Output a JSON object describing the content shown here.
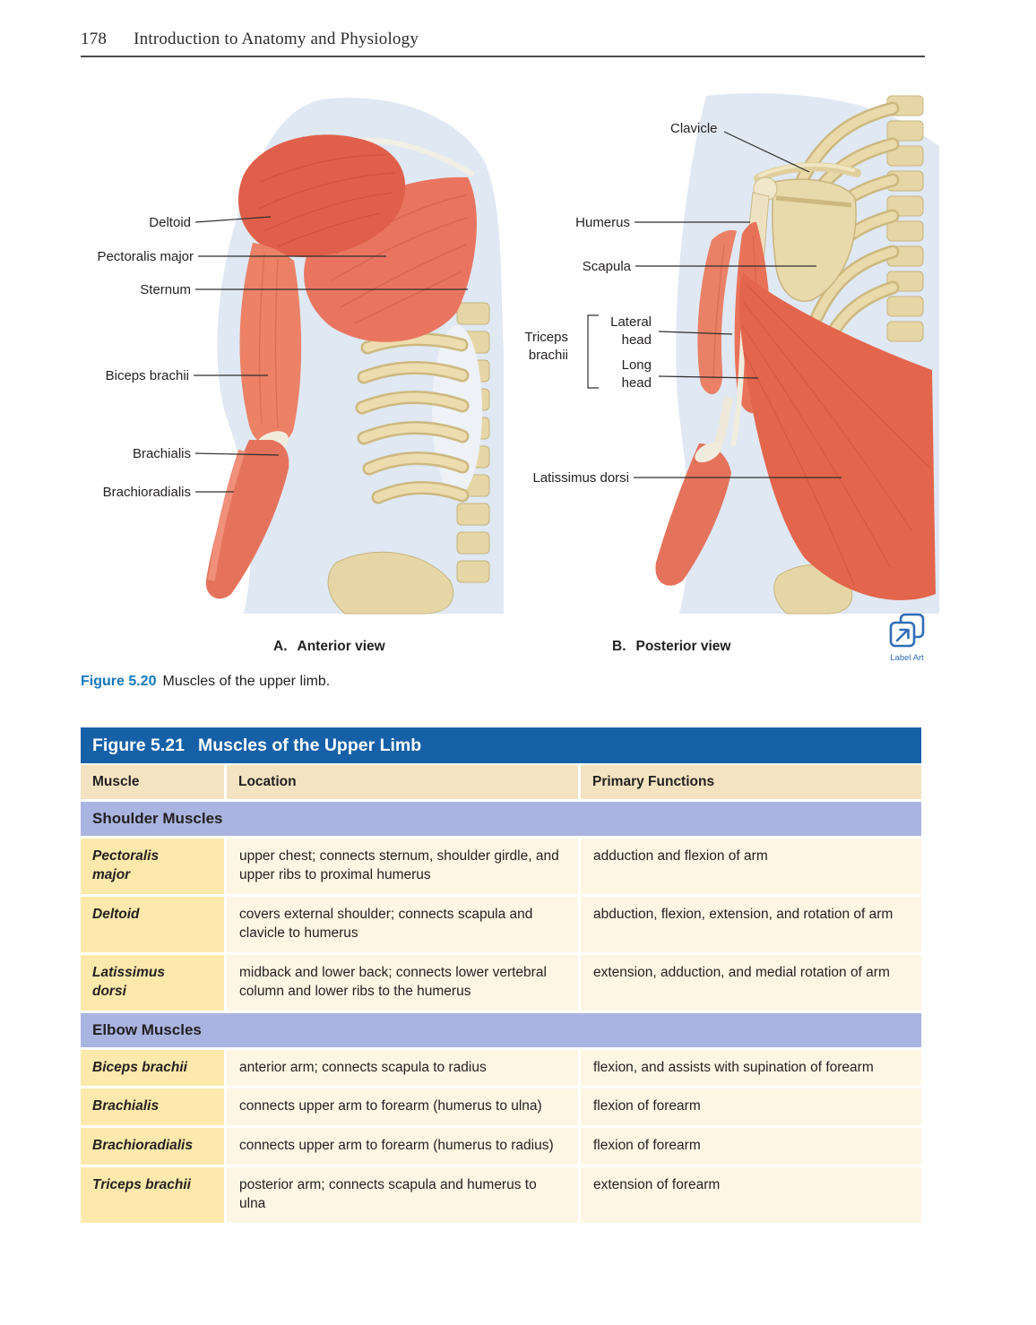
{
  "page_header": {
    "number": "178",
    "title": "Introduction to Anatomy and Physiology"
  },
  "figure": {
    "caption": {
      "label": "Figure 5.20",
      "text": "Muscles of the upper limb."
    },
    "panel_a": {
      "caption_letter": "A.",
      "caption_text": "Anterior view",
      "labels": {
        "deltoid": "Deltoid",
        "pectoralis_major": "Pectoralis major",
        "sternum": "Sternum",
        "biceps_brachii": "Biceps brachii",
        "brachialis": "Brachialis",
        "brachioradialis": "Brachioradialis"
      }
    },
    "panel_b": {
      "caption_letter": "B.",
      "caption_text": "Posterior view",
      "labels": {
        "clavicle": "Clavicle",
        "humerus": "Humerus",
        "scapula": "Scapula",
        "triceps_brachii": "Triceps\nbrachii",
        "lateral_head": "Lateral\nhead",
        "long_head": "Long\nhead",
        "latissimus_dorsi": "Latissimus dorsi"
      }
    },
    "label_art_button": "Label Art"
  },
  "table": {
    "title_label": "Figure 5.21",
    "title_text": "Muscles of the Upper Limb",
    "columns": [
      "Muscle",
      "Location",
      "Primary Functions"
    ],
    "sections": [
      {
        "name": "Shoulder Muscles"
      },
      {
        "name": "Elbow Muscles"
      }
    ],
    "rows": [
      {
        "muscle": "Pectoralis\nmajor",
        "location": "upper chest; connects sternum, shoulder girdle, and upper ribs to proximal humerus",
        "functions": "adduction and flexion of arm"
      },
      {
        "muscle": "Deltoid",
        "location": "covers external shoulder; connects scapula and clavicle to humerus",
        "functions": "abduction, flexion, extension, and rotation of arm"
      },
      {
        "muscle": "Latissimus\ndorsi",
        "location": "midback and lower back; connects lower vertebral column and lower ribs to the humerus",
        "functions": "extension, adduction, and medial rotation of arm"
      },
      {
        "muscle": "Biceps brachii",
        "location": "anterior arm; connects scapula to radius",
        "functions": "flexion, and assists with supination of forearm"
      },
      {
        "muscle": "Brachialis",
        "location": "connects upper arm to forearm (humerus to ulna)",
        "functions": "flexion of forearm"
      },
      {
        "muscle": "Brachioradialis",
        "location": "connects upper arm to forearm (humerus to radius)",
        "functions": "flexion of forearm"
      },
      {
        "muscle": "Triceps brachii",
        "location": "posterior arm; connects scapula and humerus to ulna",
        "functions": "extension of forearm"
      }
    ]
  },
  "colors": {
    "table_title_bg": "#1660a8",
    "section_row_bg": "#a9b4e0",
    "header_row_bg": "#f3e3c1",
    "muscle_cell_bg": "#fce9ab",
    "body_cell_bg": "#fdf6e4",
    "figure_caption_blue": "#1278bd",
    "muscle_red": "#e06550",
    "bone_cream": "#e7d7a6",
    "silhouette_blue": "#dfe8f3"
  }
}
